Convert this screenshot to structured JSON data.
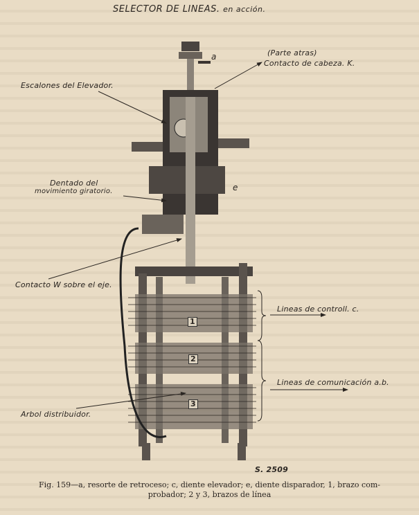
{
  "figure": {
    "title": "SELECTOR DE LINEAS.",
    "title_suffix": "en acción.",
    "labels": {
      "a": "a",
      "parte_atras": "(Parte atras)",
      "contacto_cabeza": "Contacto de cabeza. K.",
      "escalones": "Escalones del Elevador.",
      "dentado_1": "Dentado del",
      "dentado_2": "movimiento giratorio.",
      "e": "e",
      "contacto_w": "Contacto W sobre el eje.",
      "lineas_control": "Lineas de controll. c.",
      "lineas_comunicacion": "Lineas de comunicación a.b.",
      "arbol": "Arbol distribuidor.",
      "arm_1": "1",
      "arm_2": "2",
      "arm_3": "3",
      "plate_ref": "S. 2509"
    },
    "caption_line1": "Fig. 159—a, resorte de retroceso; c, diente elevador; e, diente disparador, 1, brazo com-",
    "caption_line2": "probador; 2 y 3, brazos de línea"
  }
}
